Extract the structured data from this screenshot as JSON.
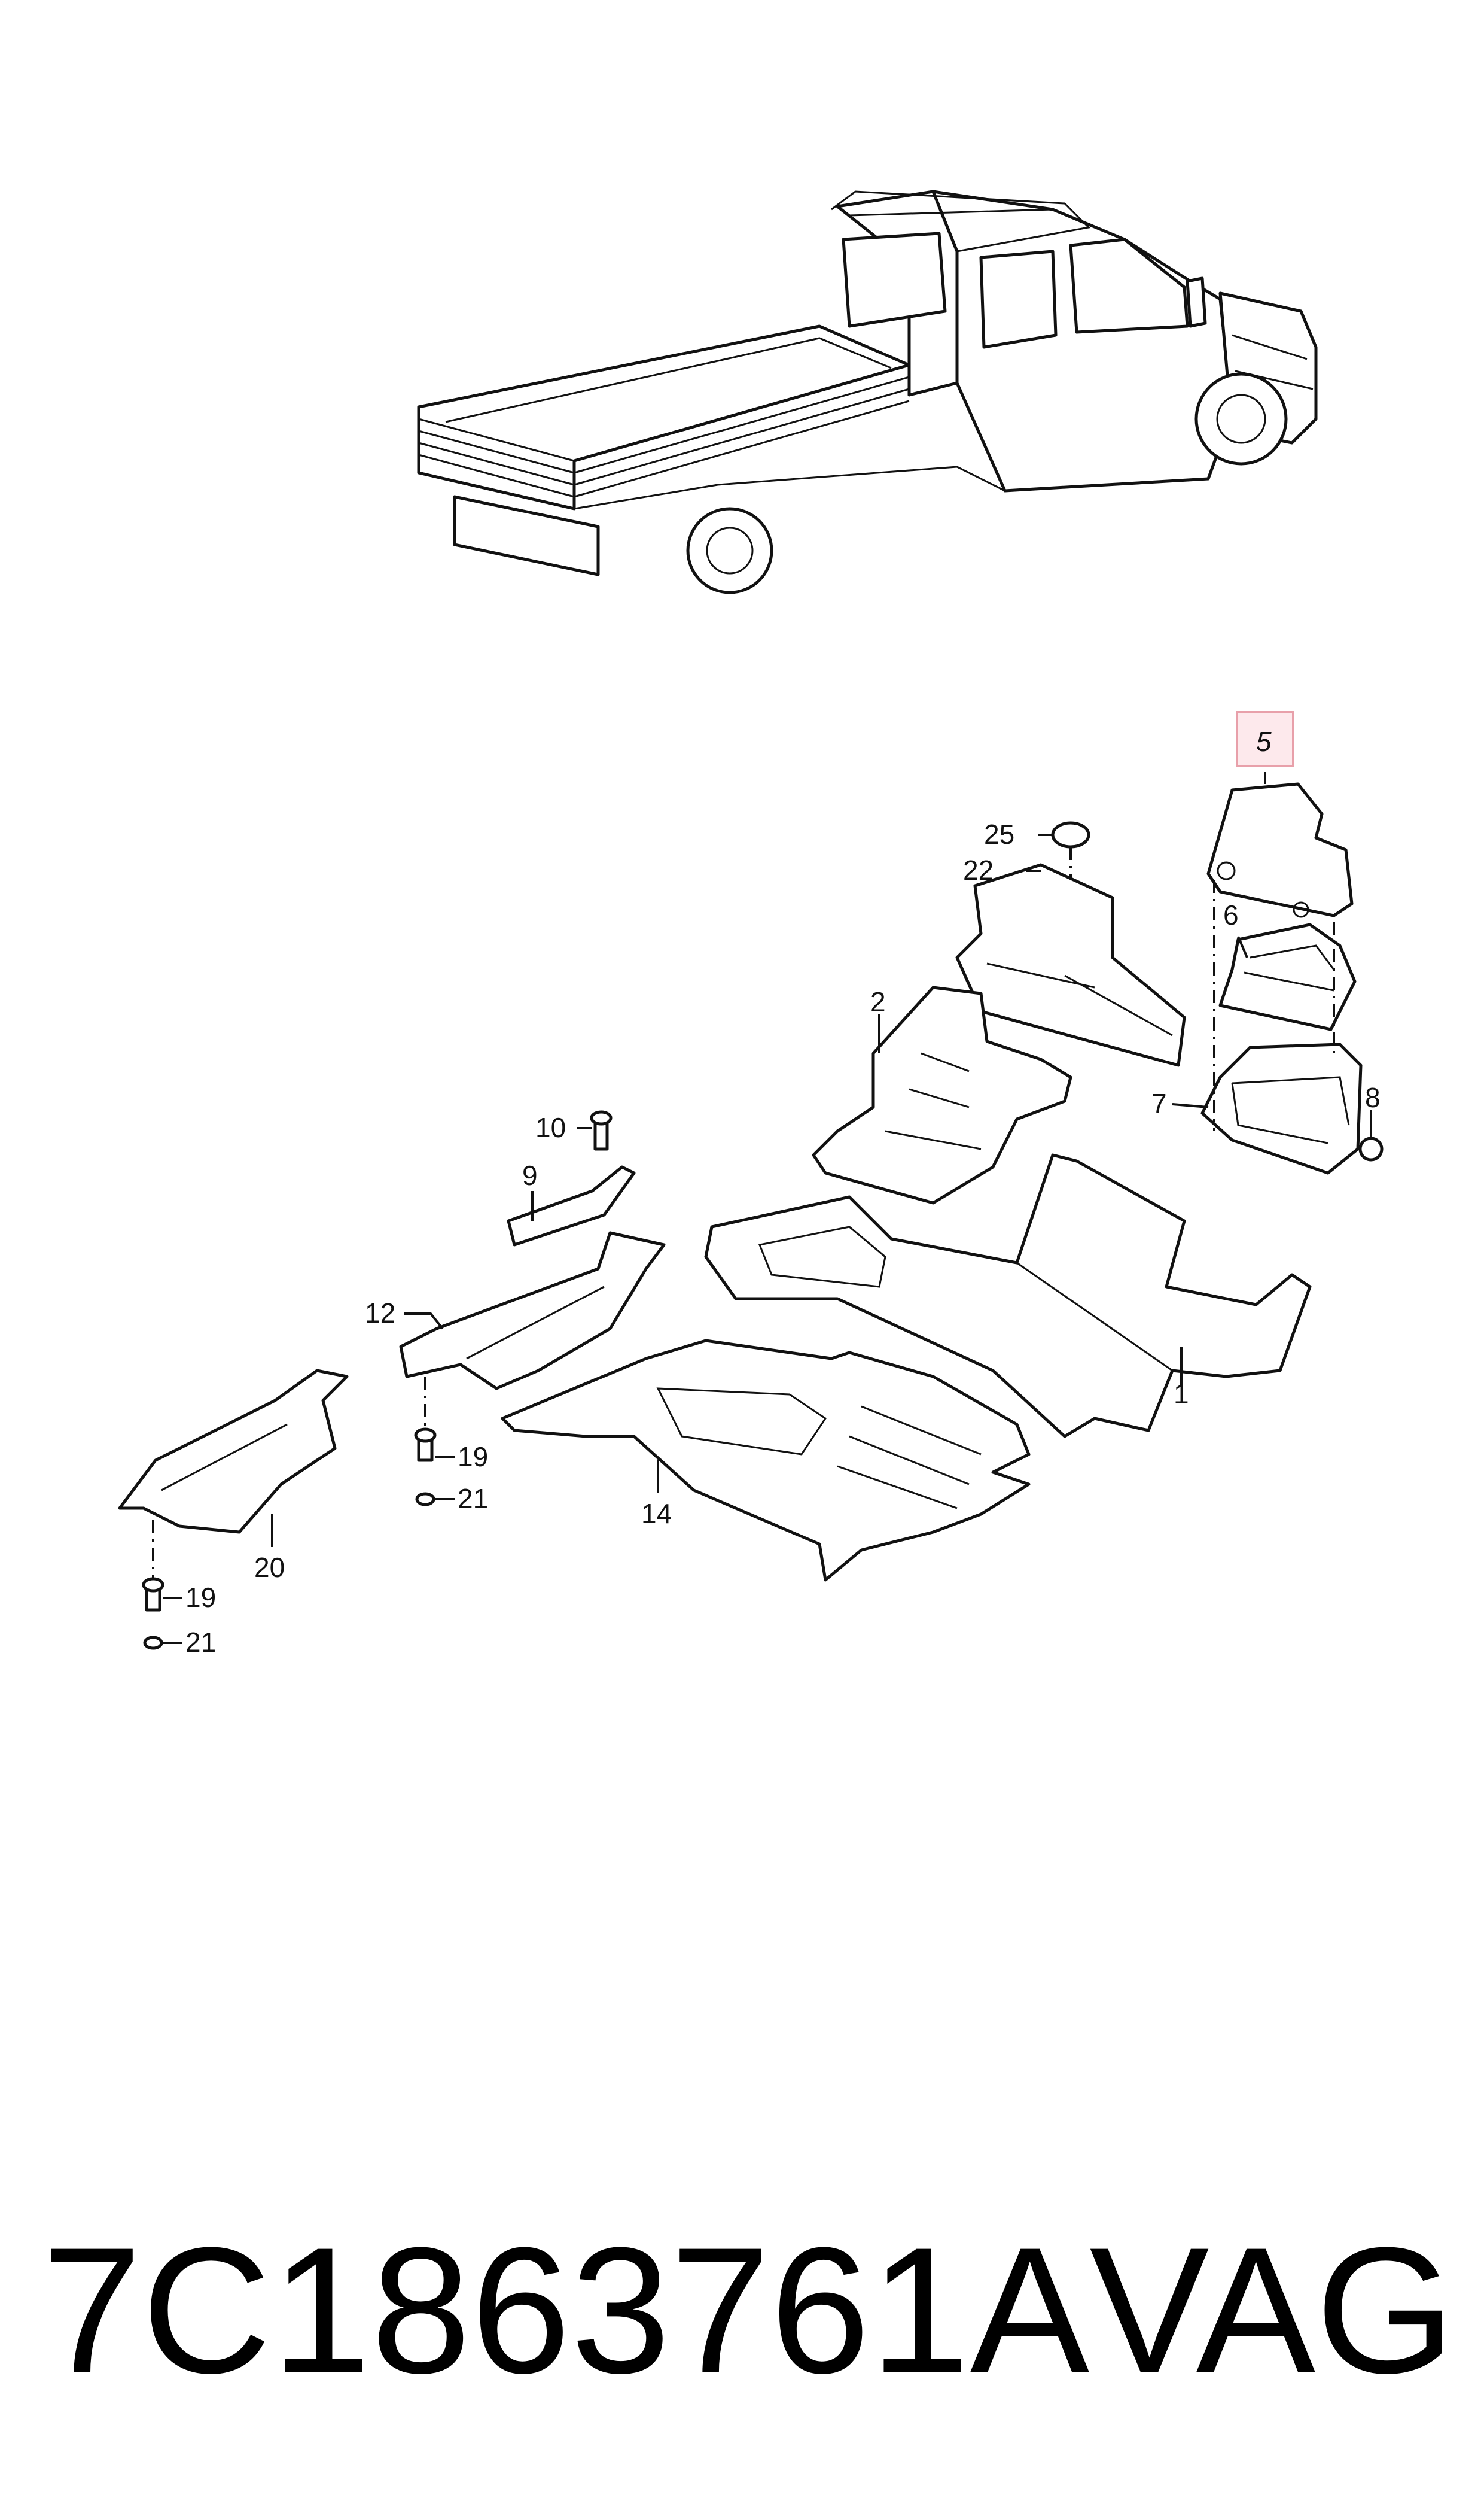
{
  "callouts": {
    "c1": "1",
    "c2": "2",
    "c5": "5",
    "c6": "6",
    "c7": "7",
    "c8": "8",
    "c9": "9",
    "c10": "10",
    "c12": "12",
    "c14": "14",
    "c19a": "19",
    "c19b": "19",
    "c20": "20",
    "c21a": "21",
    "c21b": "21",
    "c22": "22",
    "c25": "25"
  },
  "highlighted_callout": "5",
  "highlight_color": "#e8a0aa",
  "footer": {
    "part_number": "7C1863761A",
    "brand": "VAG"
  }
}
